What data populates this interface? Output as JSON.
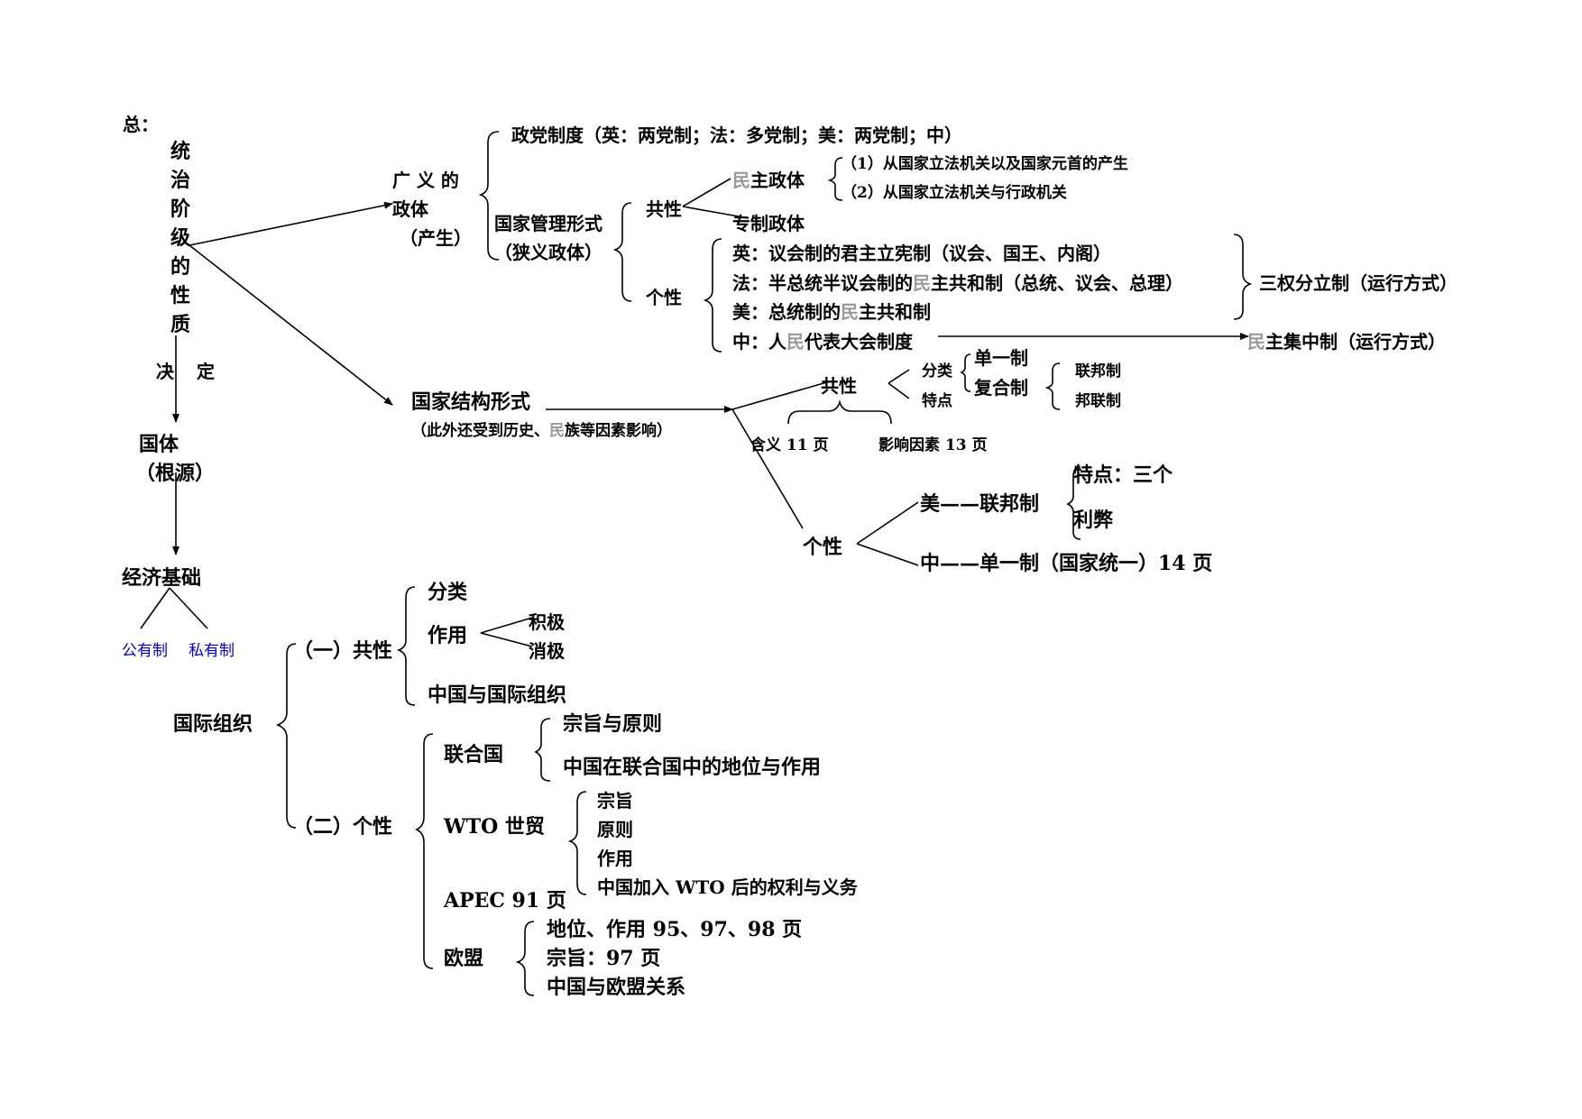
{
  "header": {
    "zong": "总："
  },
  "left": {
    "vertical_chars": [
      "统",
      "治",
      "阶",
      "级",
      "的",
      "性",
      "质"
    ],
    "jue": "决",
    "ding": "定",
    "guoti": "国体",
    "genyuan": "（根源）",
    "jingji": "经济基础",
    "gongyou": "公有制",
    "siyou": "私有制"
  },
  "zhengti": {
    "guangyi": "广 义 的",
    "zhengti": "政体",
    "chansheng": "（产生）",
    "zhengdang": "政党制度（英：两党制；法：多党制；美：两党制；中）",
    "guanli": "国家管理形式",
    "xiayi": "（狭义政体）",
    "gongxing": "共性",
    "gexing": "个性",
    "minzhu_gray": "民",
    "minzhu_rest": "主政体",
    "zhuanzhi": "专制政体",
    "item1": "（1）从国家立法机关以及国家元首的产生",
    "item2": "（2）从国家立法机关与行政机关",
    "ying": "英：议会制的君主立宪制（议会、国王、内阁）",
    "fa_a": "法：半总统半议会制的",
    "fa_gray": "民",
    "fa_b": "主共和制（总统、议会、总理）",
    "mei_a": "美：总统制的",
    "mei_gray": "民",
    "mei_b": "主共和制",
    "zhong_a": "中：人",
    "zhong_gray": "民",
    "zhong_b": "代表大会制度",
    "sanquan": "三权分立制（运行方式）",
    "jizhong_gray": "民",
    "jizhong_rest": "主集中制（运行方式）"
  },
  "jiegou": {
    "title": "国家结构形式",
    "note_a": "（此外还受到历史、",
    "note_gray": "民",
    "note_b": "族等因素影响）",
    "gongxing": "共性",
    "fenlei": "分类",
    "tedian": "特点",
    "danyi": "单一制",
    "fuhe": "复合制",
    "lianbang": "联邦制",
    "banglian": "邦联制",
    "hanyi": "含义 11 页",
    "yingxiang": "影响因素 13 页",
    "gexing": "个性",
    "mei": "美——联邦制",
    "tedian3": "特点：三个",
    "libi": "利弊",
    "zhong": "中——单一制（国家统一）14 页"
  },
  "guoji": {
    "title": "国际组织",
    "gongxing": "（一）共性",
    "gexing": "（二）个性",
    "fenlei": "分类",
    "zuoyong": "作用",
    "jiji": "积极",
    "xiaoji": "消极",
    "zhongguo": "中国与国际组织",
    "lianheguo": "联合国",
    "zongzhi_yuanze": "宗旨与原则",
    "diwei": "中国在联合国中的地位与作用",
    "wto": "WTO  世贸",
    "w_zongzhi": "宗旨",
    "w_yuanze": "原则",
    "w_zuoyong": "作用",
    "w_china": "中国加入 WTO 后的权利与义务",
    "apec": "APEC 91 页",
    "oumeng": "欧盟",
    "o_diwei": "地位、作用 95、97、98 页",
    "o_zongzhi": "宗旨：97 页",
    "o_china": "中国与欧盟关系"
  }
}
